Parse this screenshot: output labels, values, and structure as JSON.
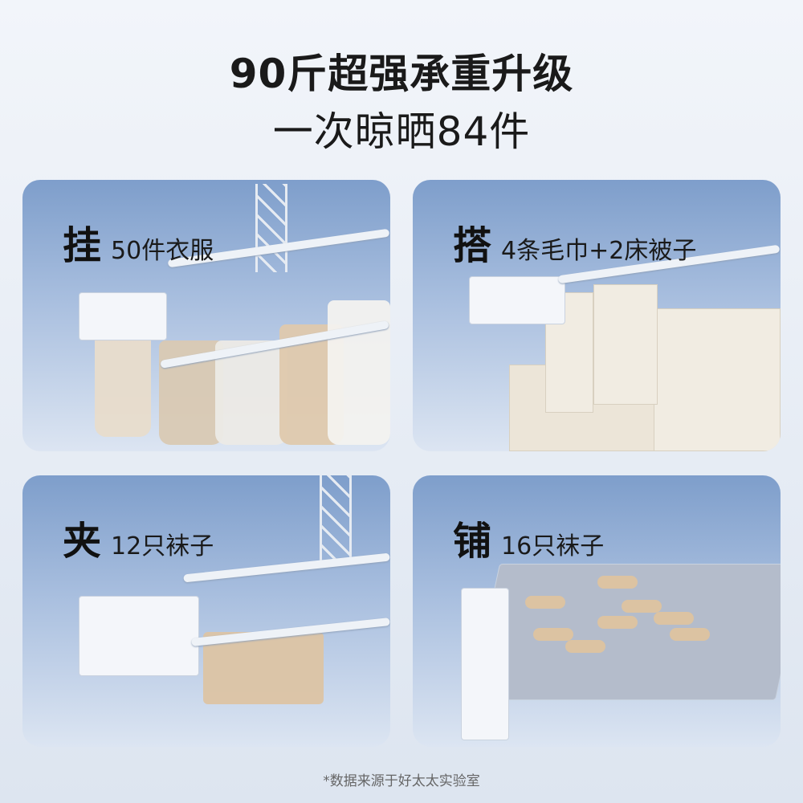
{
  "header": {
    "line1": "90斤超强承重升级",
    "line2": "一次晾晒84件"
  },
  "cards": [
    {
      "big": "挂",
      "small": "50件衣服"
    },
    {
      "big": "搭",
      "small": "4条毛巾+2床被子"
    },
    {
      "big": "夹",
      "small": "12只袜子"
    },
    {
      "big": "铺",
      "small": "16只袜子"
    }
  ],
  "footnote": "*数据来源于好太太实验室"
}
